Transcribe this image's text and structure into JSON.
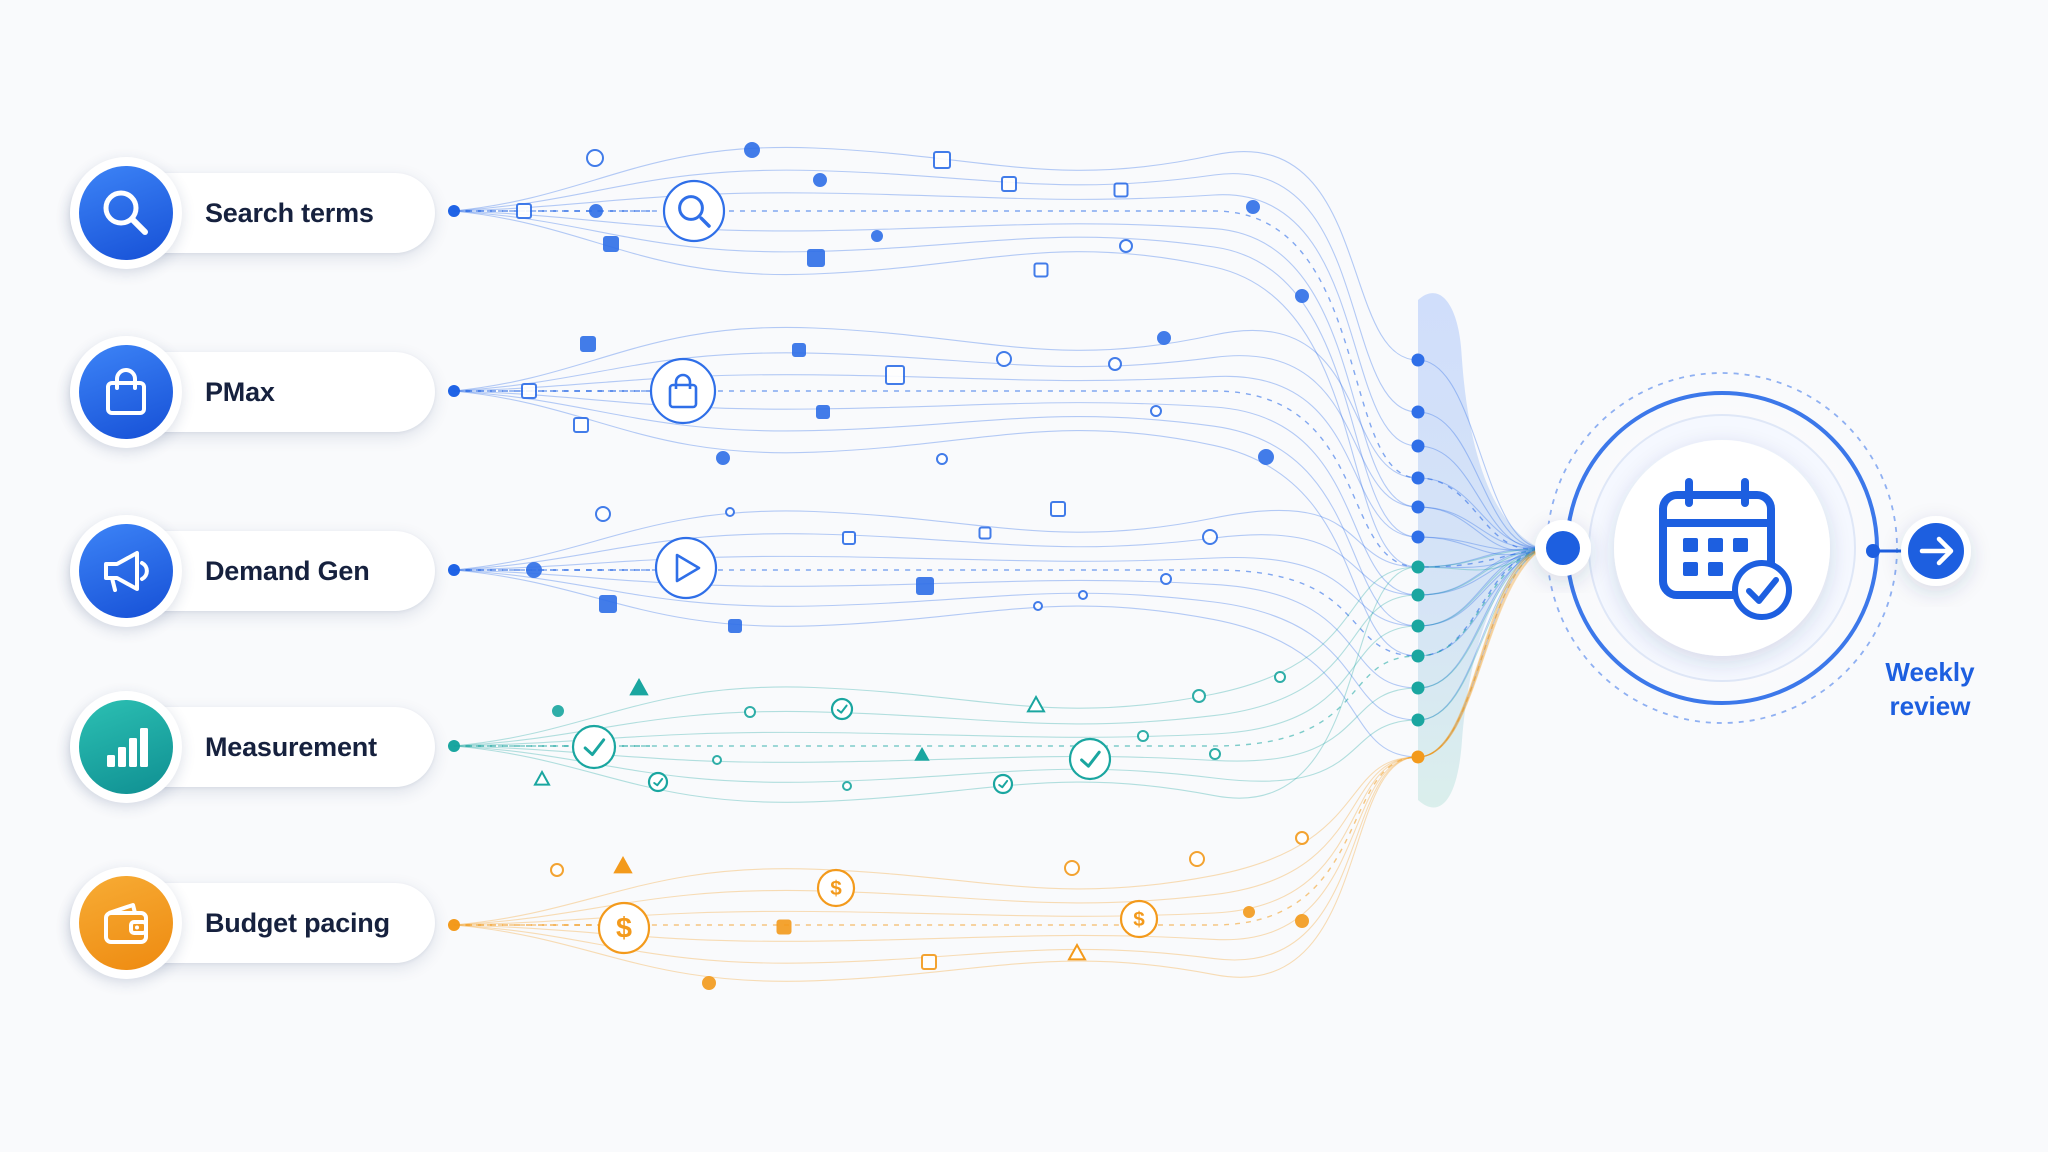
{
  "sources": [
    {
      "label": "Search terms",
      "icon": "search-icon",
      "color": "#1f63e6",
      "gradient": [
        "#3d84f7",
        "#1650d6"
      ],
      "flow_icon": "search-icon"
    },
    {
      "label": "PMax",
      "icon": "shopping-bag-icon",
      "color": "#1f63e6",
      "gradient": [
        "#3d84f7",
        "#1650d6"
      ],
      "flow_icon": "shopping-bag-icon"
    },
    {
      "label": "Demand Gen",
      "icon": "megaphone-icon",
      "color": "#1f63e6",
      "gradient": [
        "#3d84f7",
        "#1650d6"
      ],
      "flow_icon": "play-icon"
    },
    {
      "label": "Measurement",
      "icon": "bar-chart-icon",
      "color": "#1aa6a0",
      "gradient": [
        "#2cc0b3",
        "#0f8f92"
      ],
      "flow_icon": "check-icon"
    },
    {
      "label": "Budget pacing",
      "icon": "wallet-icon",
      "color": "#f39a1c",
      "gradient": [
        "#f7ac35",
        "#ee8a10"
      ],
      "flow_icon": "dollar-icon"
    }
  ],
  "destination": {
    "icon": "calendar-check-icon",
    "label_lines": [
      "Weekly",
      "review"
    ],
    "arrow_icon": "arrow-right-icon",
    "color": "#1d5fe0"
  }
}
